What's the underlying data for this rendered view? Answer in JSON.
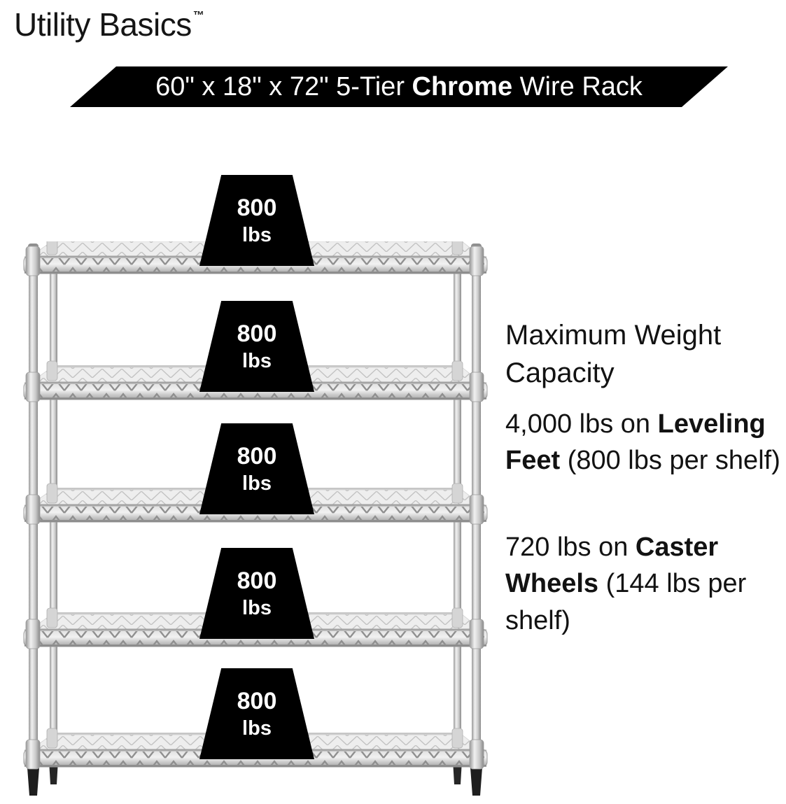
{
  "brand": {
    "name": "Utility Basics",
    "trademark": "™"
  },
  "banner": {
    "prefix": "60\" x 18\" x 72\" 5-Tier ",
    "bold": "Chrome",
    "suffix": " Wire Rack"
  },
  "rack": {
    "tiers": 5,
    "finish": "Chrome"
  },
  "weights": [
    {
      "value": "800",
      "unit": "lbs"
    },
    {
      "value": "800",
      "unit": "lbs"
    },
    {
      "value": "800",
      "unit": "lbs"
    },
    {
      "value": "800",
      "unit": "lbs"
    },
    {
      "value": "800",
      "unit": "lbs"
    }
  ],
  "info": {
    "heading": "Maximum Weight Capacity",
    "leveling": {
      "prefix": "4,000 lbs on ",
      "bold": "Leveling Feet",
      "suffix": " (800 lbs per shelf)"
    },
    "casters": {
      "prefix": "720 lbs on ",
      "bold": "Caster Wheels",
      "suffix": " (144 lbs per shelf)"
    }
  },
  "colors": {
    "background": "#ffffff",
    "banner_bg": "#000000",
    "weight_bg": "#000000",
    "text": "#121212"
  }
}
